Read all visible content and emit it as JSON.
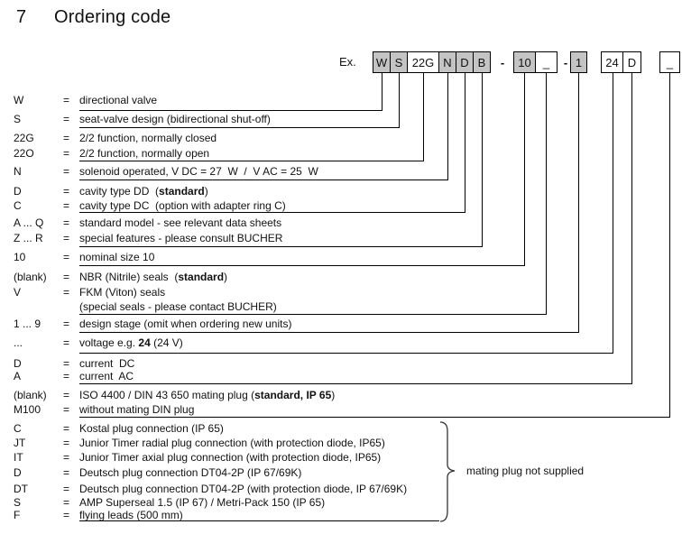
{
  "title": {
    "number": "7",
    "text": "Ordering code"
  },
  "example": {
    "label": "Ex.",
    "separators": [
      "-",
      "-"
    ],
    "boxes": [
      {
        "code": "W",
        "filled": true
      },
      {
        "code": "S",
        "filled": true
      },
      {
        "code": "22G",
        "filled": false
      },
      {
        "code": "N",
        "filled": true
      },
      {
        "code": "D",
        "filled": true
      },
      {
        "code": "B",
        "filled": true
      },
      {
        "code": "10",
        "filled": true
      },
      {
        "code": "_",
        "filled": false
      },
      {
        "code": "1",
        "filled": true
      },
      {
        "code": "24",
        "filled": false
      },
      {
        "code": "D",
        "filled": false
      },
      {
        "code": "_",
        "filled": false
      }
    ]
  },
  "colors": {
    "box_fill": "#c4c4c4",
    "line": "#000000"
  },
  "rows": [
    {
      "label": "W",
      "eq": "=",
      "parts": [
        {
          "t": "directional valve",
          "b": false
        }
      ]
    },
    {
      "label": "S",
      "eq": "=",
      "parts": [
        {
          "t": "seat-valve design (bidirectional shut-off)",
          "b": false
        }
      ]
    },
    {
      "label": "22G",
      "eq": "=",
      "parts": [
        {
          "t": "2/2 function, normally closed",
          "b": false
        }
      ]
    },
    {
      "label": "22O",
      "eq": "=",
      "parts": [
        {
          "t": "2/2 function, normally open",
          "b": false
        }
      ]
    },
    {
      "label": "N",
      "eq": "=",
      "parts": [
        {
          "t": "solenoid operated, V DC = 27  W  /  V AC = 25  W",
          "b": false
        }
      ]
    },
    {
      "label": "D",
      "eq": "=",
      "parts": [
        {
          "t": "cavity type DD  (",
          "b": false
        },
        {
          "t": "standard",
          "b": true
        },
        {
          "t": ")",
          "b": false
        }
      ]
    },
    {
      "label": "C",
      "eq": "=",
      "parts": [
        {
          "t": "cavity type DC  (option with adapter ring C)",
          "b": false
        }
      ]
    },
    {
      "label": "A ... Q",
      "eq": "=",
      "parts": [
        {
          "t": "standard model - see relevant data sheets",
          "b": false
        }
      ]
    },
    {
      "label": "Z ... R",
      "eq": "=",
      "parts": [
        {
          "t": "special features - please consult BUCHER",
          "b": false
        }
      ]
    },
    {
      "label": "10",
      "eq": "=",
      "parts": [
        {
          "t": "nominal size 10",
          "b": false
        }
      ]
    },
    {
      "label": "(blank)",
      "eq": "=",
      "parts": [
        {
          "t": "NBR (Nitrile) seals  (",
          "b": false
        },
        {
          "t": "standard",
          "b": true
        },
        {
          "t": ")",
          "b": false
        }
      ]
    },
    {
      "label": "V",
      "eq": "=",
      "parts": [
        {
          "t": "FKM (Viton) seals",
          "b": false
        }
      ]
    },
    {
      "label": "",
      "eq": "",
      "parts": [
        {
          "t": "(special seals - please contact BUCHER)",
          "b": false
        }
      ]
    },
    {
      "label": "1 ... 9",
      "eq": "=",
      "parts": [
        {
          "t": "design stage (omit when ordering new units)",
          "b": false
        }
      ]
    },
    {
      "label": "...",
      "eq": "=",
      "parts": [
        {
          "t": "voltage e.g. ",
          "b": false
        },
        {
          "t": "24",
          "b": true
        },
        {
          "t": " (24 V)",
          "b": false
        }
      ]
    },
    {
      "label": "D",
      "eq": "=",
      "parts": [
        {
          "t": "current  DC",
          "b": false
        }
      ]
    },
    {
      "label": "A",
      "eq": "=",
      "parts": [
        {
          "t": "current  AC",
          "b": false
        }
      ]
    },
    {
      "label": "(blank)",
      "eq": "=",
      "parts": [
        {
          "t": "ISO 4400 / DIN 43 650 mating plug (",
          "b": false
        },
        {
          "t": "standard, IP 65",
          "b": true
        },
        {
          "t": ")",
          "b": false
        }
      ]
    },
    {
      "label": "M100",
      "eq": "=",
      "parts": [
        {
          "t": "without mating DIN plug",
          "b": false
        }
      ]
    },
    {
      "label": "C",
      "eq": "=",
      "parts": [
        {
          "t": "Kostal plug connection (IP 65)",
          "b": false
        }
      ]
    },
    {
      "label": "JT",
      "eq": "=",
      "parts": [
        {
          "t": "Junior Timer radial plug connection (with protection diode, IP65)",
          "b": false
        }
      ]
    },
    {
      "label": "IT",
      "eq": "=",
      "parts": [
        {
          "t": "Junior Timer axial plug connection (with protection diode, IP65)",
          "b": false
        }
      ]
    },
    {
      "label": "D",
      "eq": "=",
      "parts": [
        {
          "t": "Deutsch plug connection DT04-2P (IP 67/69K)",
          "b": false
        }
      ]
    },
    {
      "label": "DT",
      "eq": "=",
      "parts": [
        {
          "t": "Deutsch plug connection DT04-2P (with protection diode, IP 67/69K)",
          "b": false
        }
      ]
    },
    {
      "label": "S",
      "eq": "=",
      "parts": [
        {
          "t": "AMP Superseal 1.5 (IP 67) / Metri-Pack 150 (IP 65)",
          "b": false
        }
      ]
    },
    {
      "label": "F",
      "eq": "=",
      "parts": [
        {
          "t": "flying leads (500 mm)",
          "b": false
        }
      ]
    }
  ],
  "group_note": {
    "text": "mating plug not supplied"
  }
}
